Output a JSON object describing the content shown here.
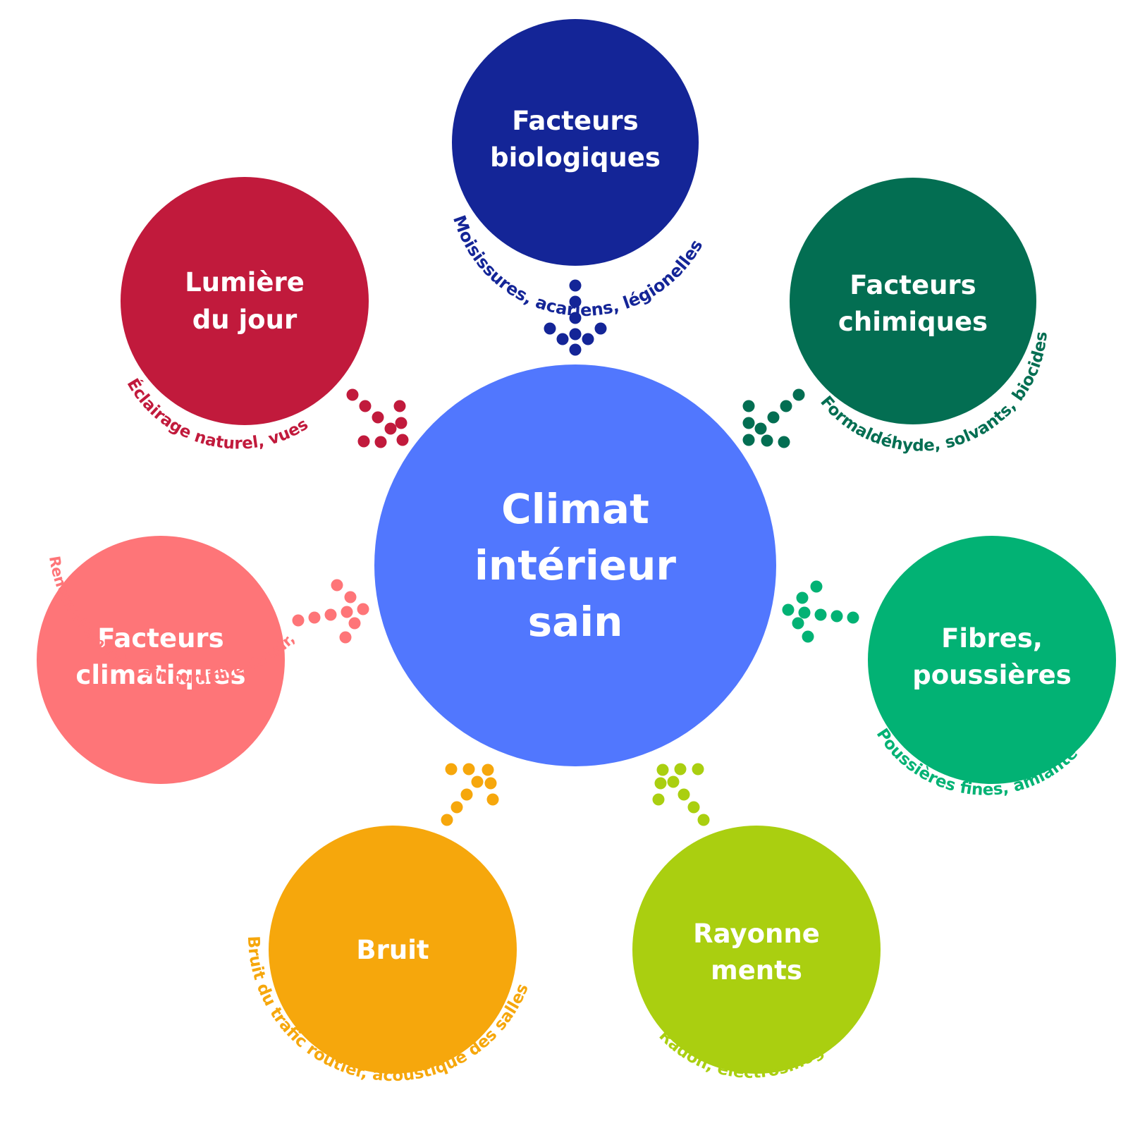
{
  "center": {
    "lines": [
      "Climat",
      "intérieur",
      "sain"
    ],
    "color": "#5177FE"
  },
  "factors": [
    {
      "id": "bio",
      "title": [
        "Facteurs",
        "biologiques"
      ],
      "subtitle": "Moisissures, acariens, légionelles",
      "color": "#142597"
    },
    {
      "id": "chem",
      "title": [
        "Facteurs",
        "chimiques"
      ],
      "subtitle": "Formaldéhyde, solvants, biocides",
      "color": "#036E52"
    },
    {
      "id": "fibres",
      "title": [
        "Fibres,",
        "poussières"
      ],
      "subtitle": "Poussières fines, amiante",
      "color": "#02B274"
    },
    {
      "id": "rayon",
      "title": [
        "Rayonne",
        "ments"
      ],
      "subtitle": "Radon, électrosmog",
      "color": "#AACF10"
    },
    {
      "id": "bruit",
      "title": [
        "Bruit"
      ],
      "subtitle": "Bruit du trafic routier, acoustique des salles",
      "color": "#F6A70C"
    },
    {
      "id": "clim",
      "title": [
        "Facteurs",
        "climatiques"
      ],
      "subtitle": "Renouvellement d'air, humidité de'lair, protection solaire",
      "color": "#FE7578"
    },
    {
      "id": "lumiere",
      "title": [
        "Lumière",
        "du jour"
      ],
      "subtitle": "Éclairage naturel, vues",
      "color": "#C11A3C"
    }
  ]
}
